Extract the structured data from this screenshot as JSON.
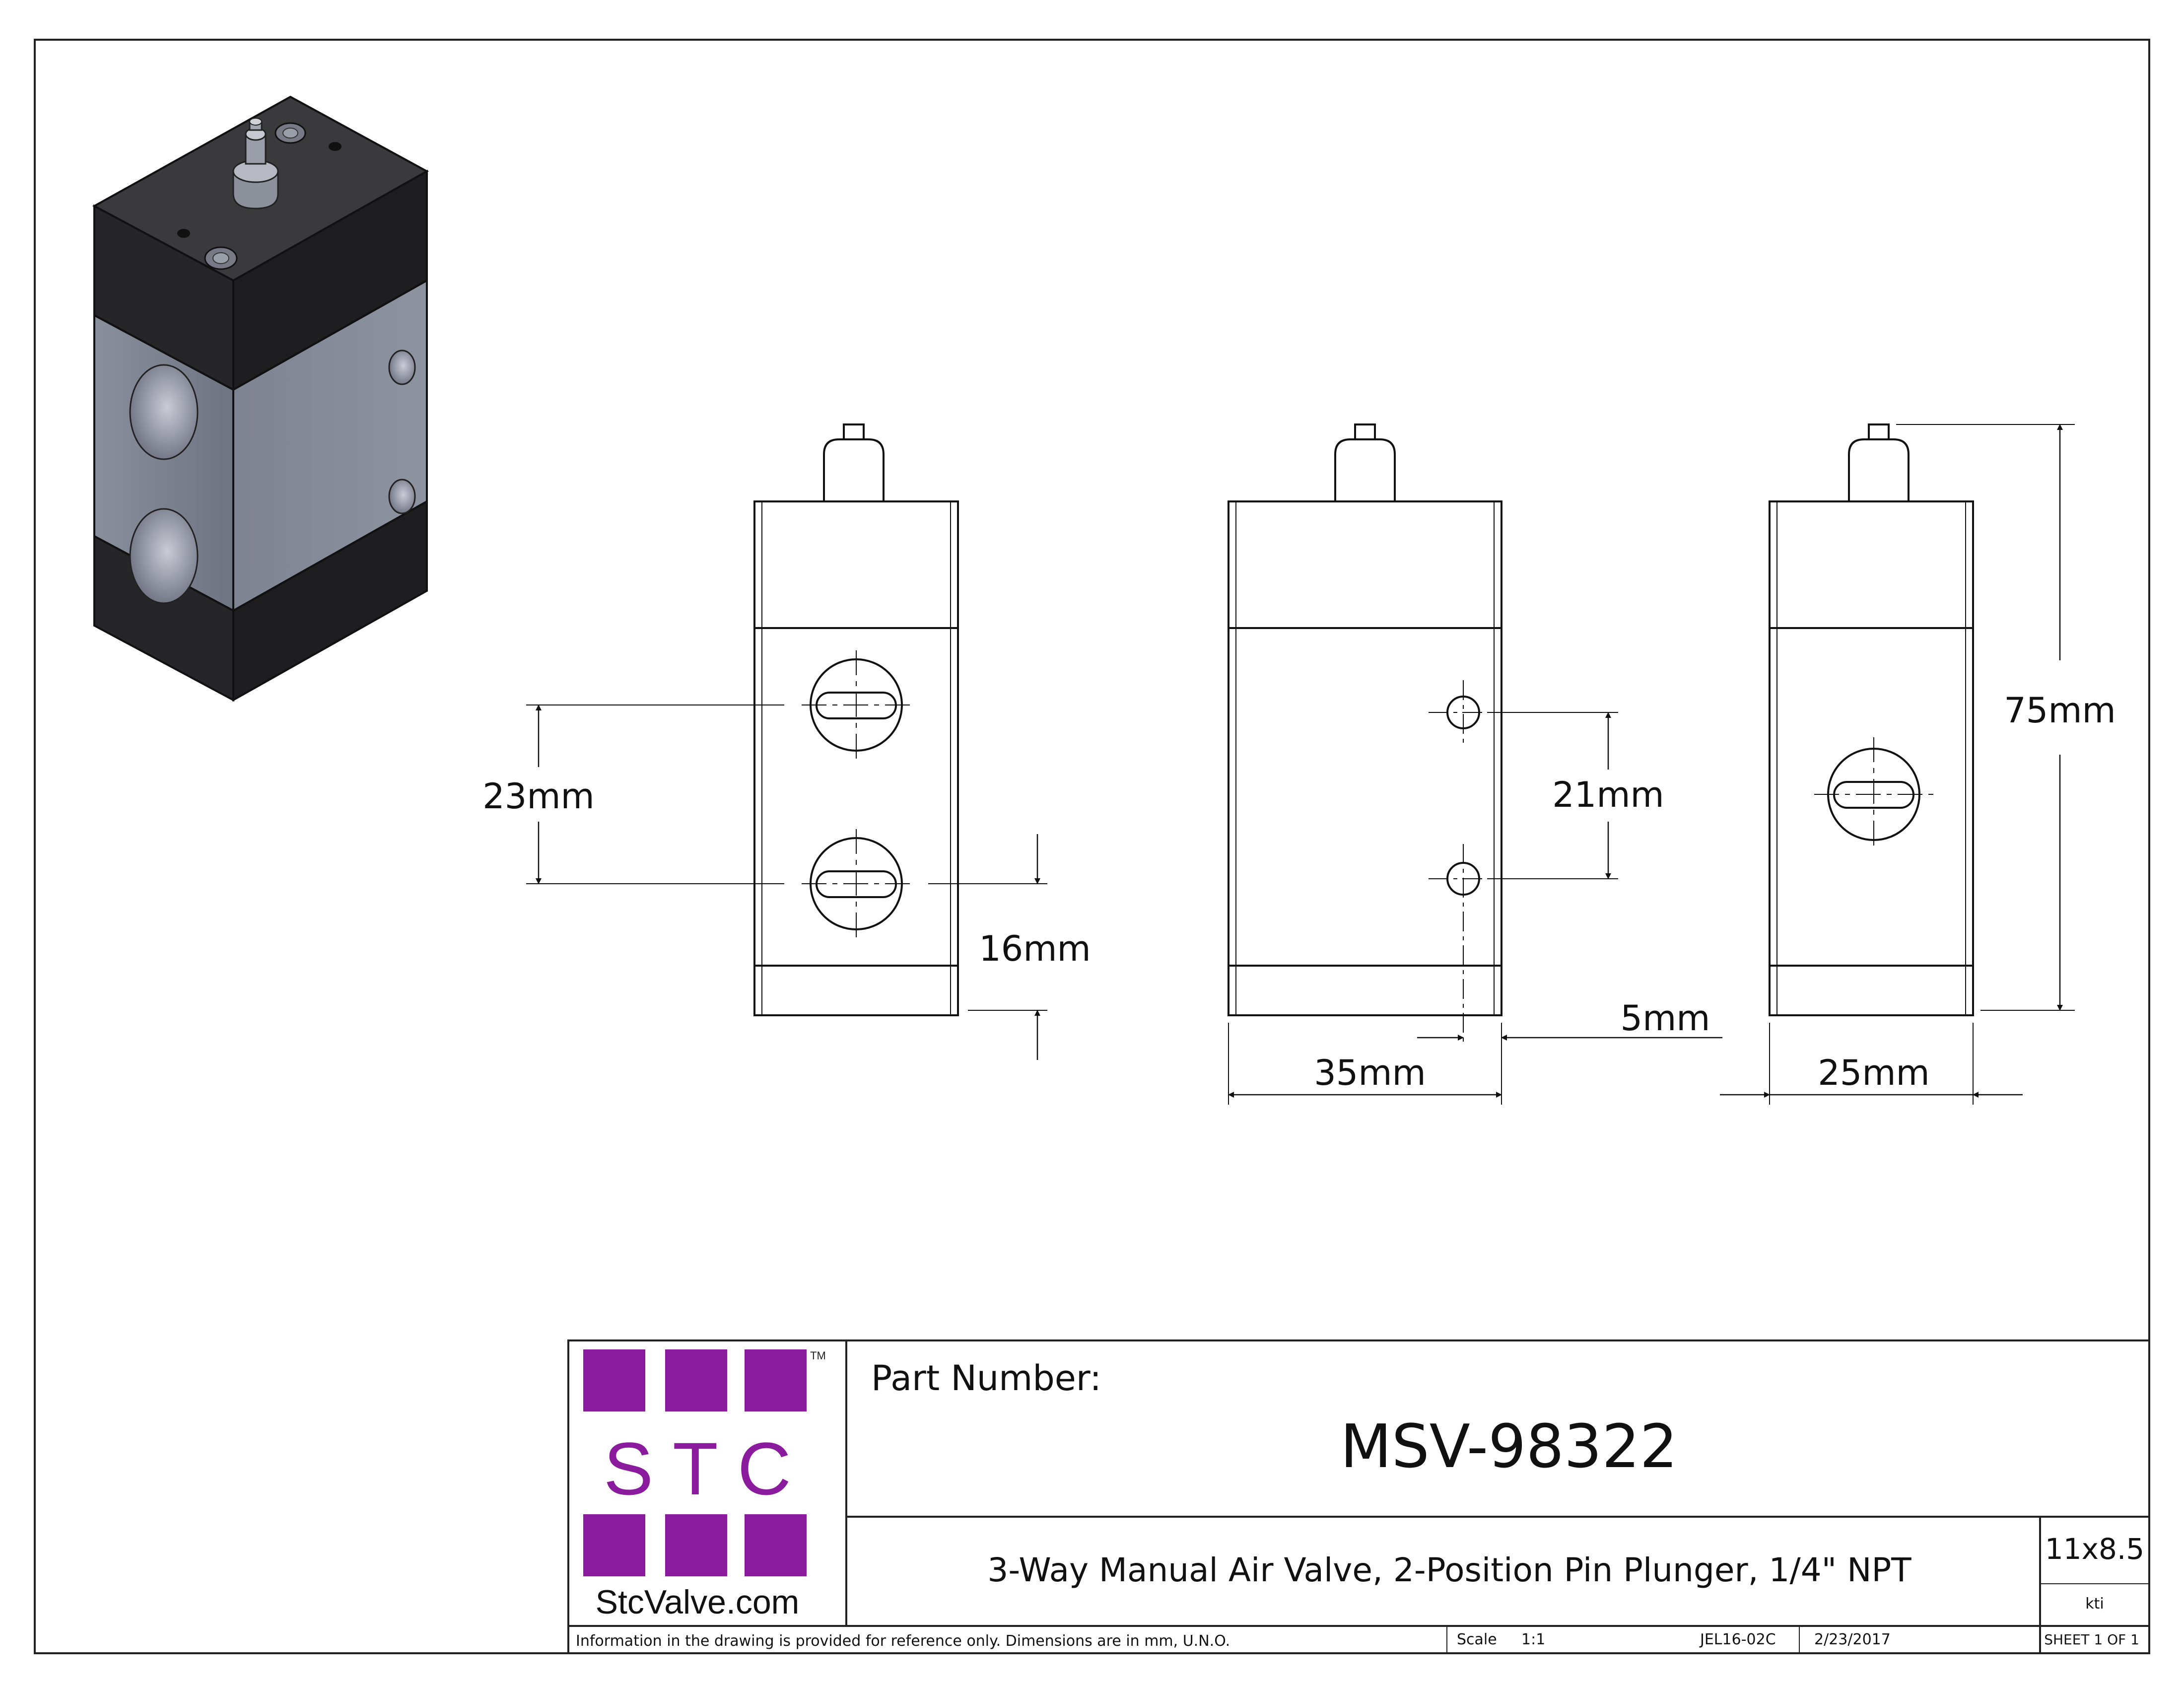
{
  "dimensions": {
    "port_spacing": "23mm",
    "port_to_bottom": "16mm",
    "side_hole_spacing": "21mm",
    "hole_offset": "5mm",
    "width_front": "35mm",
    "width_side": "25mm",
    "overall_height": "75mm"
  },
  "logo": {
    "letters": "S T C",
    "trademark": "TM",
    "website": "StcValve.com",
    "color": "#8a1b9c"
  },
  "title_block": {
    "part_number_label": "Part Number:",
    "part_number": "MSV-98322",
    "description": "3-Way Manual Air Valve, 2-Position Pin Plunger, 1/4\" NPT",
    "sheet_size": "11x8.5",
    "drawn_by": "kti",
    "note": "Information in the drawing is provided for reference only. Dimensions are in mm, U.N.O.",
    "scale_label": "Scale",
    "scale_value": "1:1",
    "drawing_number": "JEL16-02C",
    "date": "2/23/2017",
    "sheet": "SHEET 1 OF 1"
  },
  "colors": {
    "body_dark": "#2a2a2c",
    "body_metal": "#7a7f8c"
  }
}
